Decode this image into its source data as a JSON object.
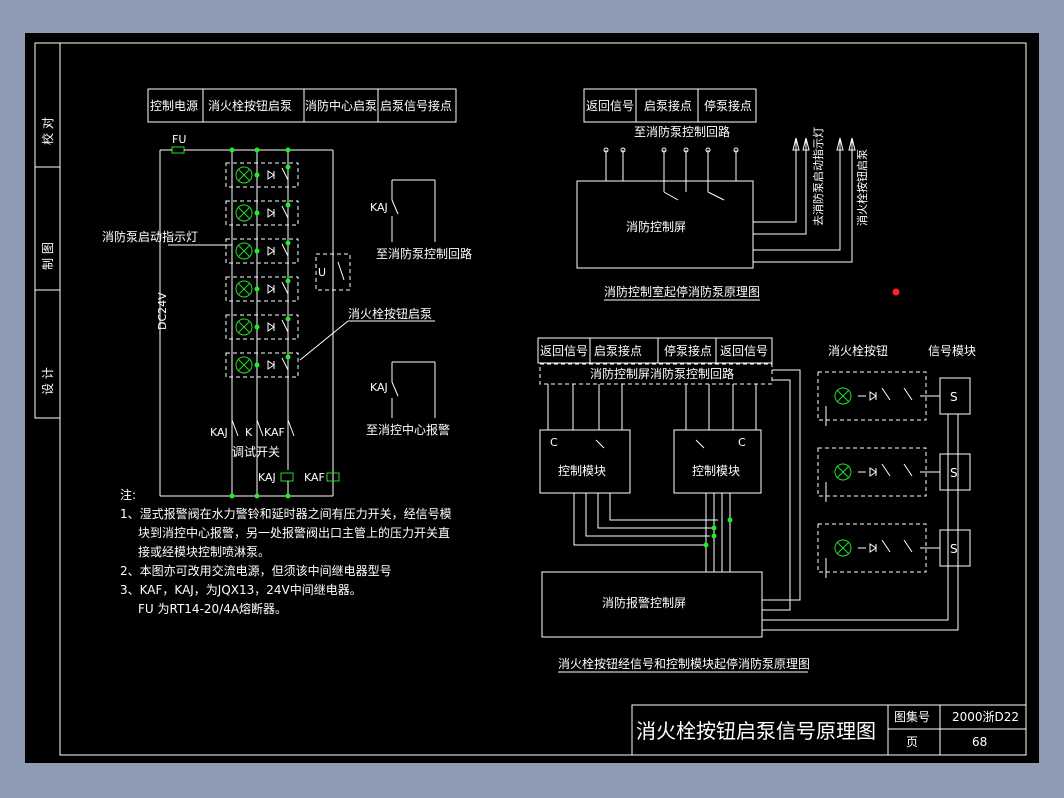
{
  "side_labels": {
    "check": "校 对",
    "draw": "制 图",
    "design": "设 计"
  },
  "left_header": [
    "控制电源",
    "消火栓按钮启泵",
    "消防中心启泵",
    "启泵信号接点"
  ],
  "left_labels": {
    "fu": "FU",
    "dc24v": "DC24V",
    "indicator": "消防泵启动指示灯",
    "button": "消火栓按钮启泵",
    "kaj1": "KAJ",
    "to_pump": "至消防泵控制回路",
    "kaj2": "KAJ",
    "to_center": "至消控中心报警",
    "u": "U",
    "kaj3": "KAJ",
    "k": "K",
    "kaf": "KAF",
    "test_switch": "调试开关",
    "kaj4": "KAJ",
    "kaf2": "KAF"
  },
  "notes": {
    "title": "注:",
    "lines": [
      "1、湿式报警阀在水力警铃和延时器之间有压力开关，经信号模",
      "块到消控中心报警，另一处报警阀出口主管上的压力开关直",
      "接或经模块控制喷淋泵。",
      "2、本图亦可改用交流电源，但须该中间继电器型号",
      "3、KAF，KAJ，为JQX13，24V中间继电器。",
      "FU 为RT14-20/4A熔断器。"
    ]
  },
  "top_right": {
    "header": [
      "返回信号",
      "启泵接点",
      "停泵接点"
    ],
    "to_loop": "至消防泵控制回路",
    "screen": "消防控制屏",
    "lamp_label": "去消防泵启动指示灯",
    "button_label": "消火栓按钮启泵",
    "caption": "消防控制室起停消防泵原理图"
  },
  "bottom_right": {
    "header": [
      "返回信号",
      "启泵接点",
      "停泵接点",
      "返回信号"
    ],
    "bus_label": "消防控制屏消防泵控制回路",
    "col_button": "消火栓按钮",
    "col_module": "信号模块",
    "module_left": "控制模块",
    "module_right": "控制模块",
    "c": "C",
    "s": "S",
    "alarm_screen": "消防报警控制屏",
    "caption": "消火栓按钮经信号和控制模块起停消防泵原理图"
  },
  "title_block": {
    "title": "消火栓按钮启泵信号原理图",
    "atlas_label": "图集号",
    "atlas_value": "2000浙D22",
    "page_label": "页",
    "page_value": "68"
  }
}
